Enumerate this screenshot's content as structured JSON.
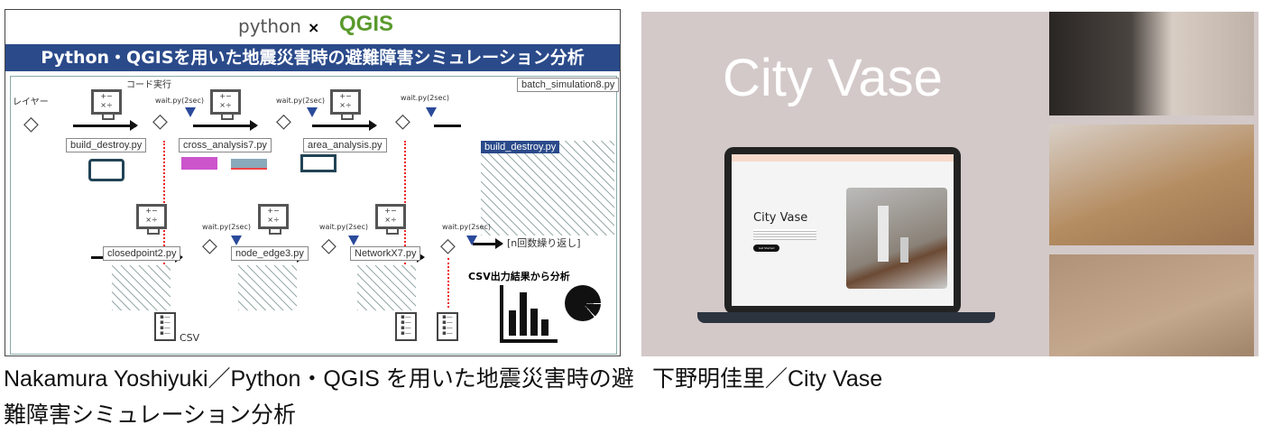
{
  "figure1": {
    "logo_python": "python",
    "logo_x": "×",
    "logo_qgis": "QGIS",
    "title": "Python・QGISを用いた地震災害時の避難障害シミュレーション分析",
    "batch_label": "batch_simulation8.py",
    "code_exec": "コード実行",
    "layer_label": "レイヤー",
    "wait": "wait.py(2sec)",
    "scripts_row1": [
      "build_destroy.py",
      "cross_analysis7.py",
      "area_analysis.py"
    ],
    "map_label": "build_destroy.py",
    "scripts_row2": [
      "closedpoint2.py",
      "node_edge3.py",
      "NetworkX7.py"
    ],
    "repeat": "[n回数繰り返し]",
    "analysis": "CSV出力結果から分析",
    "csv": "CSV",
    "monitor_glyph": "+−\n×÷"
  },
  "figure2": {
    "title": "City Vase",
    "screen_title": "City Vase",
    "screen_button": "Get Started"
  },
  "captions": {
    "left": "Nakamura Yoshiyuki／Python・QGIS を用いた地震災害時の避難障害シミュレーション分析",
    "right": "下野明佳里／City Vase"
  },
  "colors": {
    "title_band": "#2a4a8a",
    "qgis": "#5b9a2e",
    "arrow_dotted": "#e22222",
    "right_bg": "#d3c9c8"
  }
}
